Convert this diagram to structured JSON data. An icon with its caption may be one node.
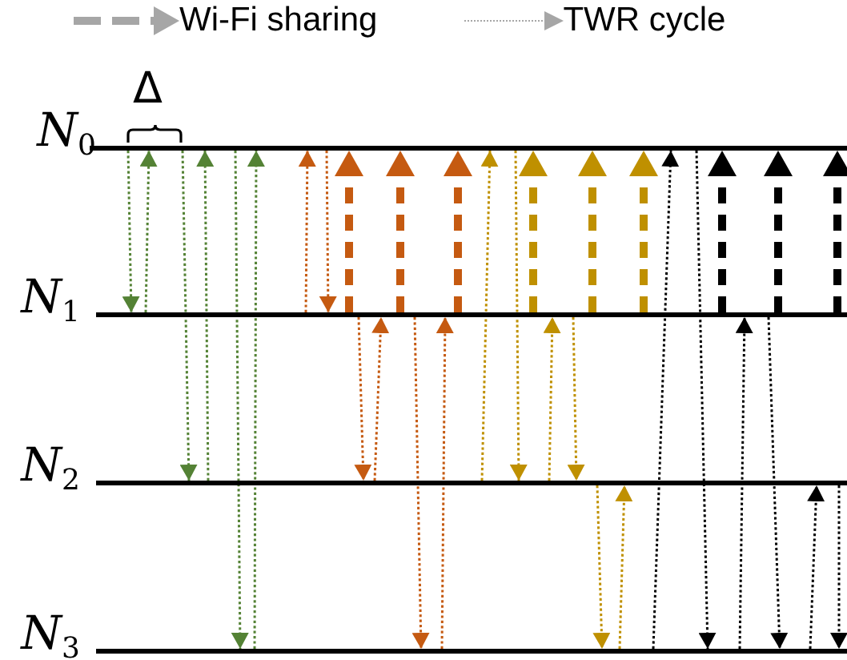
{
  "diagram": {
    "nodes": [
      {
        "text": [
          "N$_{0}$"
        ]
      },
      {
        "text": [
          "N$_{1}$"
        ]
      },
      {
        "text": [
          "N$_{2}$"
        ]
      },
      {
        "text": [
          "N$_{3}$"
        ]
      }
    ],
    "edges": [
      {
        "from": 0,
        "to": 1,
        "arrow": "to",
        "color": "#548235"
      },
      {
        "from": 1,
        "to": 0,
        "arrow": "to",
        "color": "#548235"
      },
      {
        "from": 0,
        "to": 2,
        "arrow": "to",
        "color": "#548235"
      },
      {
        "from": 2,
        "to": 0,
        "arrow": "to",
        "color": "#548235"
      },
      {
        "from": 0,
        "to": 3,
        "arrow": "to",
        "color": "#548235"
      },
      {
        "from": 3,
        "to": 0,
        "arrow": "to",
        "color": "#548235"
      },
      {
        "from": 1,
        "to": 0,
        "arrow": "to",
        "color": "#c55a11"
      },
      {
        "from": 0,
        "to": 1,
        "arrow": "to",
        "color": "#c55a11"
      },
      {
        "from": 1,
        "to": 0,
        "arrow": "to",
        "style": "dashed",
        "color": "#c55a11"
      },
      {
        "from": 1,
        "to": 2,
        "arrow": "to",
        "color": "#c55a11"
      },
      {
        "from": 2,
        "to": 1,
        "arrow": "to",
        "color": "#c55a11"
      },
      {
        "from": 1,
        "to": 0,
        "arrow": "to",
        "style": "dashed",
        "color": "#c55a11"
      },
      {
        "from": 1,
        "to": 3,
        "arrow": "to",
        "color": "#c55a11"
      },
      {
        "from": 3,
        "to": 1,
        "arrow": "to",
        "color": "#c55a11"
      },
      {
        "from": 1,
        "to": 0,
        "arrow": "to",
        "style": "dashed",
        "color": "#c55a11"
      },
      {
        "from": 2,
        "to": 0,
        "arrow": "to",
        "color": "#bf9000"
      },
      {
        "from": 0,
        "to": 2,
        "arrow": "to",
        "color": "#bf9000"
      },
      {
        "from": 1,
        "to": 0,
        "arrow": "to",
        "style": "dashed",
        "color": "#bf9000"
      },
      {
        "from": 2,
        "to": 1,
        "arrow": "to",
        "color": "#bf9000"
      },
      {
        "from": 1,
        "to": 2,
        "arrow": "to",
        "color": "#bf9000"
      },
      {
        "from": 1,
        "to": 0,
        "arrow": "to",
        "style": "dashed",
        "color": "#bf9000"
      },
      {
        "from": 2,
        "to": 3,
        "arrow": "to",
        "color": "#bf9000"
      },
      {
        "from": 3,
        "to": 2,
        "arrow": "to",
        "color": "#bf9000"
      },
      {
        "from": 1,
        "to": 0,
        "arrow": "to",
        "style": "dashed",
        "color": "#bf9000"
      },
      {
        "from": 3,
        "to": 0,
        "arrow": "to",
        "color": "#000000"
      },
      {
        "from": 0,
        "to": 3,
        "arrow": "to",
        "color": "#000000"
      },
      {
        "from": 1,
        "to": 0,
        "arrow": "to",
        "style": "dashed",
        "color": "#000000"
      },
      {
        "from": 3,
        "to": 1,
        "arrow": "to",
        "color": "#000000"
      },
      {
        "from": 1,
        "to": 3,
        "arrow": "to",
        "color": "#000000"
      },
      {
        "from": 1,
        "to": 0,
        "arrow": "to",
        "style": "dashed",
        "color": "#000000"
      },
      {
        "from": 3,
        "to": 2,
        "arrow": "to",
        "color": "#000000"
      },
      {
        "from": 2,
        "to": 3,
        "arrow": "to",
        "color": "#000000"
      },
      {
        "from": 1,
        "to": 0,
        "arrow": "to",
        "style": "dashed",
        "color": "#000000"
      }
    ],
    "labels": [
      "Δ"
    ],
    "legend": [
      {
        "text": "Wi-Fi sharing"
      },
      {
        "text": "TWR cycle"
      }
    ]
  }
}
